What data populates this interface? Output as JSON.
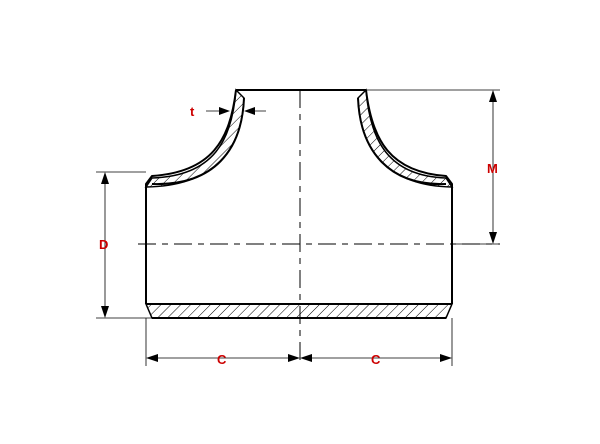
{
  "colors": {
    "label": "#cc0000",
    "line": "#000000",
    "background": "#ffffff"
  },
  "labels": {
    "t": "t",
    "M": "M",
    "D": "D",
    "C_left": "C",
    "C_right": "C"
  }
}
